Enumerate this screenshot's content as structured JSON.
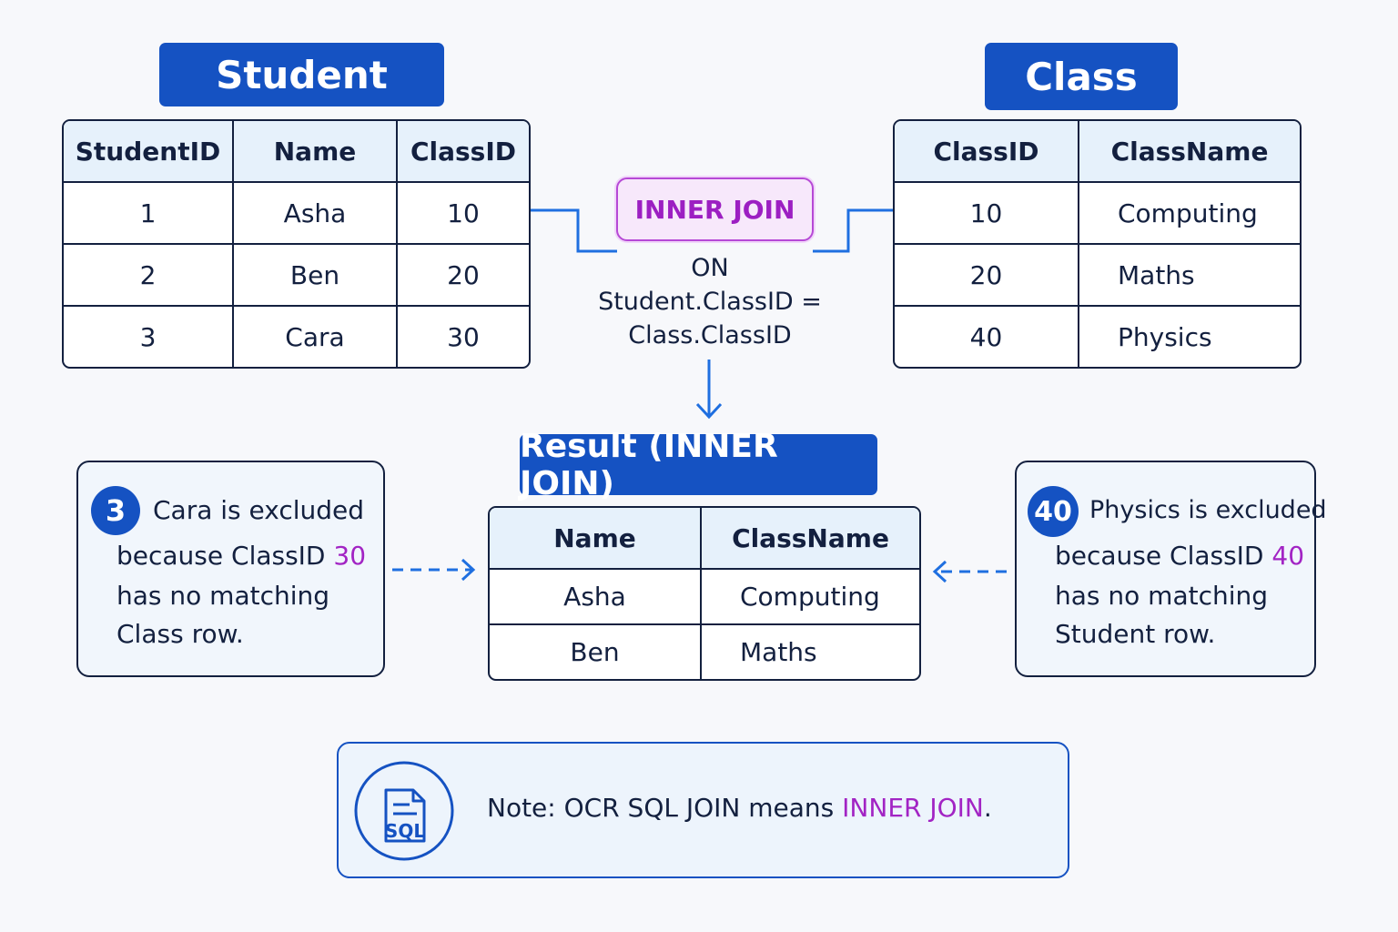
{
  "student": {
    "title": "Student",
    "headers": [
      "StudentID",
      "Name",
      "ClassID"
    ],
    "rows": [
      [
        "1",
        "Asha",
        "10"
      ],
      [
        "2",
        "Ben",
        "20"
      ],
      [
        "3",
        "Cara",
        "30"
      ]
    ]
  },
  "class": {
    "title": "Class",
    "headers": [
      "ClassID",
      "ClassName"
    ],
    "rows": [
      [
        "10",
        "Computing"
      ],
      [
        "20",
        "Maths"
      ],
      [
        "40",
        "Physics"
      ]
    ]
  },
  "join": {
    "label": "INNER JOIN",
    "condition_lines": [
      "ON",
      "Student.ClassID =",
      "Class.ClassID"
    ]
  },
  "result": {
    "title": "Result (INNER JOIN)",
    "headers": [
      "Name",
      "ClassName"
    ],
    "rows": [
      [
        "Asha",
        "Computing"
      ],
      [
        "Ben",
        "Maths"
      ]
    ]
  },
  "left_note": {
    "badge": "3",
    "line1": "Cara is excluded",
    "line2_prefix": "because ClassID ",
    "line2_value": "30",
    "line3": "has no matching",
    "line4": "Class row."
  },
  "right_note": {
    "badge": "40",
    "line1": "Physics is excluded",
    "line2_prefix": "because ClassID ",
    "line2_value": "40",
    "line3": "has no matching",
    "line4": "Student row."
  },
  "sql_note": {
    "icon_label": "SQL",
    "prefix": "Note: OCR SQL JOIN means ",
    "highlight": "INNER JOIN",
    "suffix": "."
  },
  "colors": {
    "primary_blue": "#1552c2",
    "highlight_purple": "#a224c4",
    "header_fill": "#e6f1fb",
    "outline": "#13203f"
  }
}
